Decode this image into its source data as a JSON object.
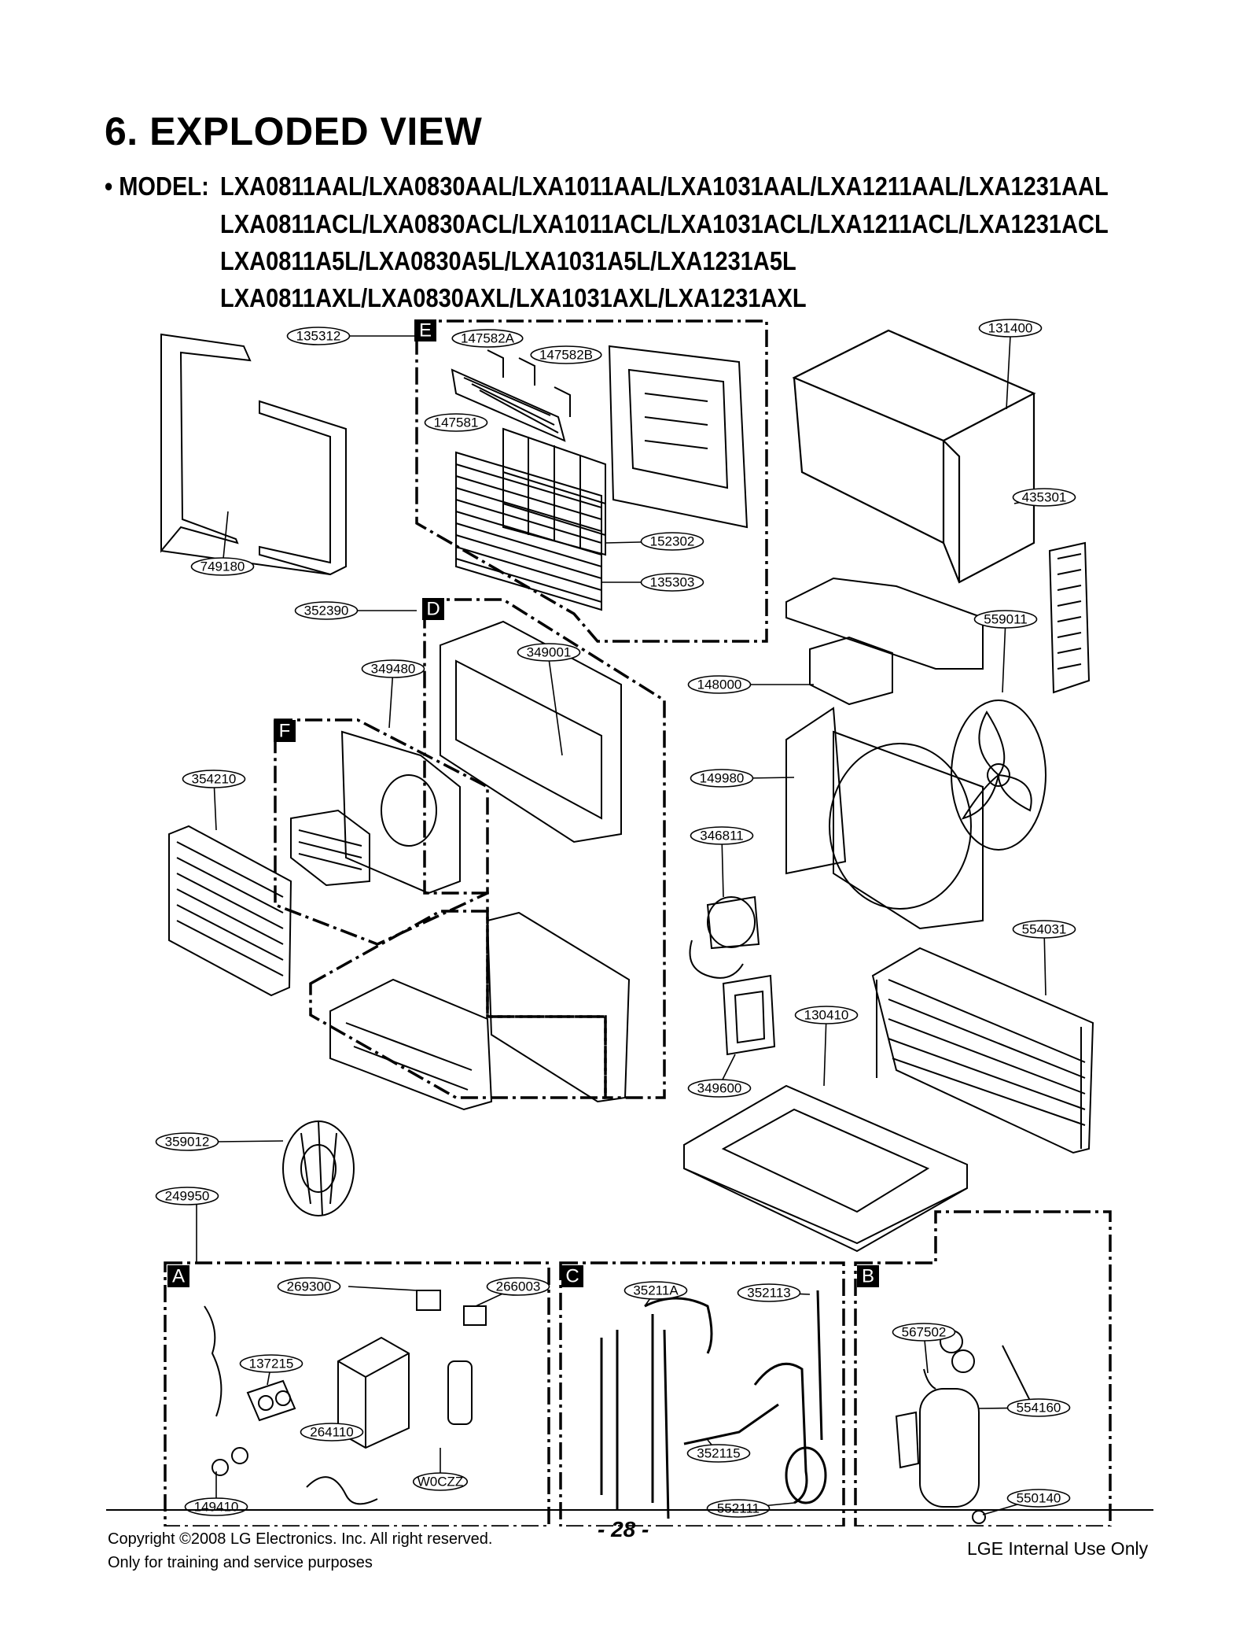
{
  "title": "6. EXPLODED VIEW",
  "model_prefix": "• MODEL:",
  "model_lines": [
    "LXA0811AAL/LXA0830AAL/LXA1011AAL/LXA1031AAL/LXA1211AAL/LXA1231AAL",
    "LXA0811ACL/LXA0830ACL/LXA1011ACL/LXA1031ACL/LXA1211ACL/LXA1231ACL",
    "LXA0811A5L/LXA0830A5L/LXA1031A5L/LXA1231A5L",
    "LXA0811AXL/LXA0830AXL/LXA1031AXL/LXA1231AXL"
  ],
  "sections": [
    "E",
    "D",
    "F",
    "A",
    "C",
    "B"
  ],
  "parts": [
    "135312",
    "147582A",
    "147582B",
    "147581",
    "131400",
    "152302",
    "135303",
    "749180",
    "435301",
    "352390",
    "349001",
    "559011",
    "349480",
    "148000",
    "354210",
    "149980",
    "346811",
    "554031",
    "130410",
    "349600",
    "359012",
    "249950",
    "269300",
    "266003",
    "137215",
    "264110",
    "149410",
    "W0CZZ",
    "35211A",
    "352113",
    "352115",
    "552111",
    "567502",
    "554160",
    "550140"
  ],
  "footer": {
    "copyright": "Copyright ©2008 LG Electronics. Inc. All right reserved.",
    "training": "Only for training and service purposes",
    "page": "- 28 -",
    "internal": "LGE Internal Use Only"
  }
}
